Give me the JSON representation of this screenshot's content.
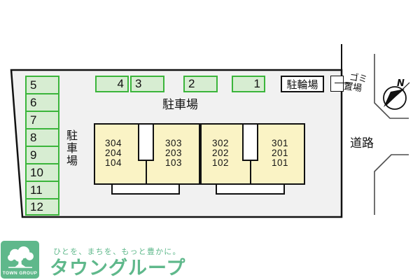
{
  "site_plan": {
    "top_parking": {
      "label": "駐車場",
      "spaces": [
        {
          "number": "4"
        },
        {
          "number": "3"
        },
        {
          "number": "2"
        },
        {
          "number": "1"
        }
      ]
    },
    "left_parking": {
      "label": "駐車場",
      "spaces": [
        "5",
        "6",
        "7",
        "8",
        "9",
        "10",
        "11",
        "12"
      ]
    },
    "bicycle_area_label": "駐輪場",
    "garbage_area": {
      "line1": "ゴミ",
      "line2": "置場"
    },
    "road_label": "道路",
    "compass": {
      "north_label": "N"
    },
    "building": {
      "blocks": [
        {
          "units": [
            "304",
            "204",
            "104"
          ]
        },
        {
          "units": [
            "303",
            "203",
            "103"
          ]
        },
        {
          "units": [
            "302",
            "202",
            "102"
          ]
        },
        {
          "units": [
            "301",
            "201",
            "101"
          ]
        }
      ]
    },
    "colors": {
      "parking_fill": "#d7edd2",
      "parking_border": "#3bb53b",
      "building_fill": "#faf3c5",
      "site_fill": "#f1f1f1"
    }
  },
  "footer": {
    "logo_text": "TOWN GROUP",
    "tagline": "ひとを、まちを、もっと豊かに。",
    "brand_name": "タウングループ",
    "brand_color": "#5fb88b"
  }
}
